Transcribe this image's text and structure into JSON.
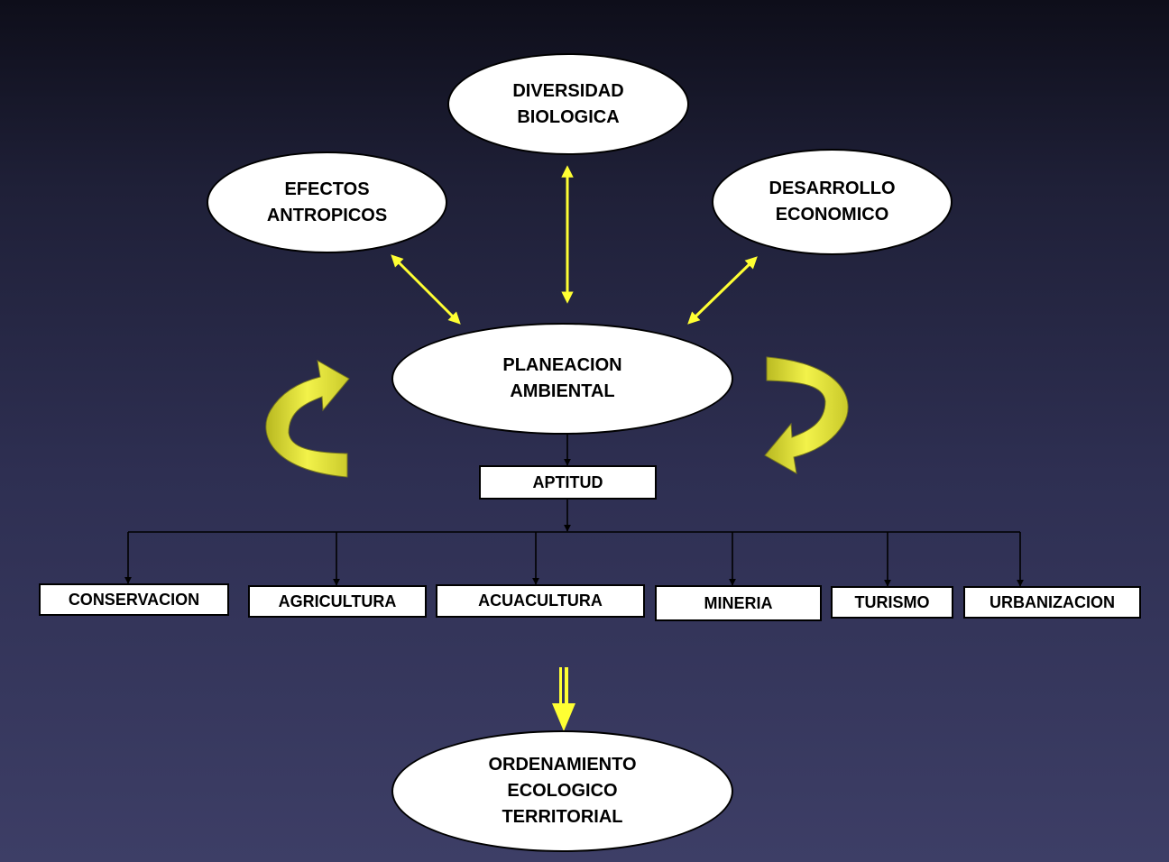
{
  "diagram": {
    "nodes": {
      "diversidad": "DIVERSIDAD\nBIOLOGICA",
      "efectos": "EFECTOS\nANTROPICOS",
      "desarrollo": "DESARROLLO\nECONOMICO",
      "planeacion": "PLANEACION\nAMBIENTAL",
      "aptitud": "APTITUD",
      "ordenamiento": "ORDENAMIENTO\nECOLOGICO\nTERRITORIAL"
    },
    "sectors": {
      "conservacion": "CONSERVACION",
      "agricultura": "AGRICULTURA",
      "acuacultura": "ACUACULTURA",
      "mineria": "MINERIA",
      "turismo": "TURISMO",
      "urbanizacion": "URBANIZACION"
    },
    "colors": {
      "arrow_yellow": "#ffff33",
      "cycle_arrow_fill": "#eaea3c",
      "cycle_arrow_dark": "#b8b820",
      "node_fill": "#ffffff",
      "connector": "#000000"
    }
  }
}
